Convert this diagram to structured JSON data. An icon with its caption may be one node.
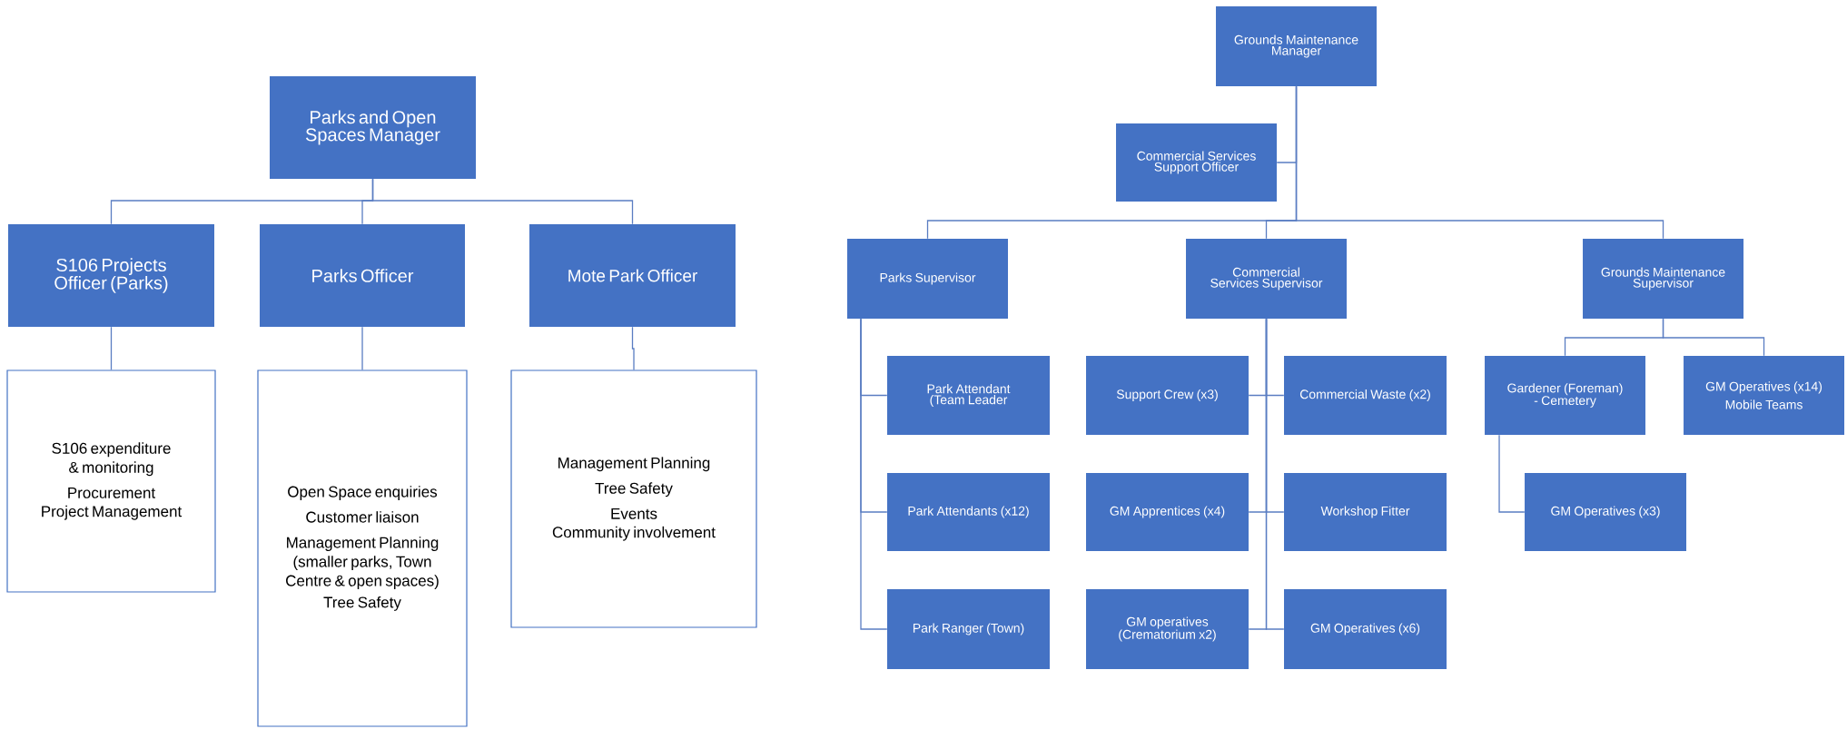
{
  "diagram": {
    "nodes": [
      {
        "text": [
          "Parks and Open Spaces Manager"
        ]
      },
      {
        "text": [
          "S106 Projects Officer (Parks)"
        ]
      },
      {
        "text": [
          "Parks Officer"
        ]
      },
      {
        "text": [
          "Mote Park Officer"
        ]
      },
      {
        "text": [
          "S106 expenditure & monitoring",
          "Procurement",
          "Project Management"
        ]
      },
      {
        "text": [
          "Open Space enquiries",
          "Customer liaison",
          "Management Planning (smaller parks, Town Centre & open spaces)",
          "Tree Safety"
        ]
      },
      {
        "text": [
          "Management Planning",
          "Tree Safety",
          "Events",
          "Community involvement"
        ]
      },
      {
        "text": [
          "Grounds Maintenance Manager"
        ]
      },
      {
        "text": [
          "Commercial Services Support Officer"
        ]
      },
      {
        "text": [
          "Parks Supervisor"
        ]
      },
      {
        "text": [
          "Commercial Services Supervisor"
        ]
      },
      {
        "text": [
          "Grounds Maintenance Supervisor"
        ]
      },
      {
        "text": [
          "Park Attendant (Team Leader"
        ]
      },
      {
        "text": [
          "Support Crew (x3)"
        ]
      },
      {
        "text": [
          "Commercial Waste (x2)"
        ]
      },
      {
        "text": [
          "Gardener (Foreman) - Cemetery"
        ]
      },
      {
        "text": [
          "GM Operatives (x14)",
          "Mobile Teams"
        ]
      },
      {
        "text": [
          "Park Attendants (x12)"
        ]
      },
      {
        "text": [
          "GM Apprentices (x4)"
        ]
      },
      {
        "text": [
          "Workshop Fitter"
        ]
      },
      {
        "text": [
          "GM Operatives (x3)"
        ]
      },
      {
        "text": [
          "Park Ranger (Town)"
        ]
      },
      {
        "text": [
          "GM operatives (Crematorium x2)"
        ]
      },
      {
        "text": [
          "GM Operatives (x6)"
        ]
      }
    ],
    "edges": [
      {
        "from": 0,
        "to": 1,
        "arrow": "none"
      },
      {
        "from": 0,
        "to": 2,
        "arrow": "none"
      },
      {
        "from": 0,
        "to": 3,
        "arrow": "none"
      },
      {
        "from": 1,
        "to": 4,
        "arrow": "none"
      },
      {
        "from": 2,
        "to": 5,
        "arrow": "none"
      },
      {
        "from": 3,
        "to": 6,
        "arrow": "none"
      },
      {
        "from": 7,
        "to": 8,
        "arrow": "none"
      },
      {
        "from": 7,
        "to": 9,
        "arrow": "none"
      },
      {
        "from": 7,
        "to": 10,
        "arrow": "none"
      },
      {
        "from": 7,
        "to": 11,
        "arrow": "none"
      },
      {
        "from": 9,
        "to": 12,
        "arrow": "none"
      },
      {
        "from": 9,
        "to": 17,
        "arrow": "none"
      },
      {
        "from": 9,
        "to": 21,
        "arrow": "none"
      },
      {
        "from": 10,
        "to": 13,
        "arrow": "none"
      },
      {
        "from": 10,
        "to": 14,
        "arrow": "none"
      },
      {
        "from": 10,
        "to": 18,
        "arrow": "none"
      },
      {
        "from": 10,
        "to": 19,
        "arrow": "none"
      },
      {
        "from": 10,
        "to": 22,
        "arrow": "none"
      },
      {
        "from": 10,
        "to": 23,
        "arrow": "none"
      },
      {
        "from": 11,
        "to": 15,
        "arrow": "none"
      },
      {
        "from": 11,
        "to": 16,
        "arrow": "none"
      },
      {
        "from": 15,
        "to": 20,
        "arrow": "none"
      }
    ]
  }
}
